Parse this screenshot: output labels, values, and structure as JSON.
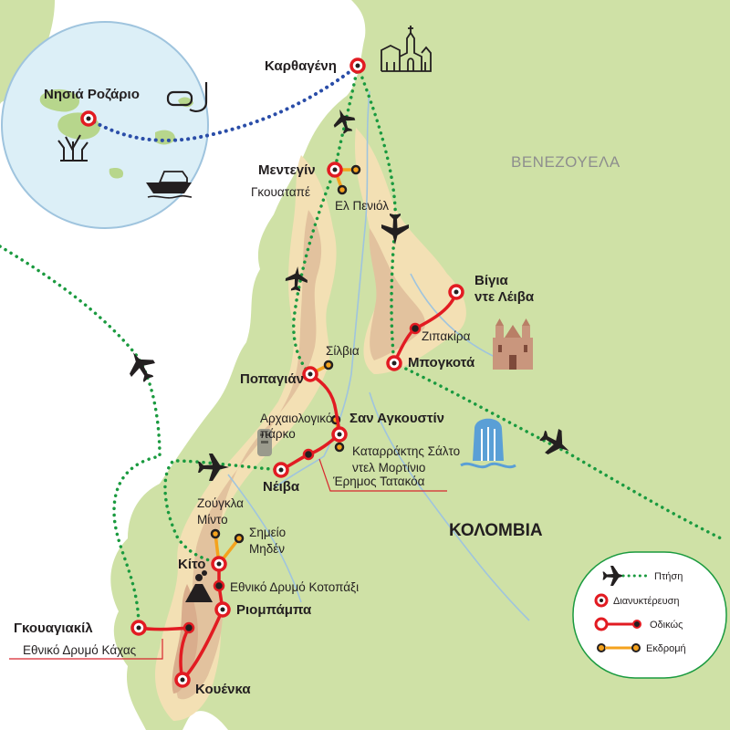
{
  "labels": {
    "cartagena": "Καρθαγένη",
    "rosario": "Νησιά Ροζάριο",
    "medellin": "Μεντεγίν",
    "guatape": "Γκουαταπέ",
    "penol": "Ελ Πενιόλ",
    "venezuela": "ΒΕΝΕΖΟΥΕΛΑ",
    "villa": "Βίγια\nντε Λέιβα",
    "zipaquira": "Ζιπακίρα",
    "bogota": "Μπογκοτά",
    "silvia": "Σίλβια",
    "popayan": "Ποπαγιάν",
    "archpark": "Αρχαιολογικό\nπάρκο",
    "sanagustin": "Σαν Αγκουστίν",
    "salto": "Καταρράκτης Σάλτο\nντελ Μορτίνιο",
    "neiva": "Νέιβα",
    "tatacoa": "Έρημος Τατακόα",
    "colombia": "ΚΟΛΟΜΒΙΑ",
    "mindo": "Ζούγκλα\nΜίντο",
    "zero": "Σημείο\nΜηδέν",
    "quito": "Κίτο",
    "cotopaxi": "Εθνικό Δρυμό Κοτοπάξι",
    "riobamba": "Ριομπάμπα",
    "guayaquil": "Γκουαγιακίλ",
    "cajas": "Εθνικό Δρυμό Κάχας",
    "cuenca": "Κουένκα"
  },
  "legend": {
    "flight": "Πτήση",
    "overnight": "Διανυκτέρευση",
    "road": "Οδικώς",
    "excursion": "Εκδρομή"
  },
  "colors": {
    "sea": "#ffffff",
    "land": "#cfe1a6",
    "highland": "#f3e0b4",
    "mountain": "#e2c29e",
    "peak": "#d9ad8d",
    "river": "#9fc4de",
    "route_road": "#e21b22",
    "route_excursion": "#f4a21d",
    "route_flight": "#1a9a3f",
    "route_boat": "#2a4da8",
    "callout_line": "#d8262e"
  },
  "icons": [
    "cathedral-icon",
    "snorkel-icon",
    "coral-icon",
    "yacht-icon",
    "airplane-icon",
    "church-icon",
    "statue-icon",
    "waterfall-icon",
    "volcano-icon"
  ]
}
